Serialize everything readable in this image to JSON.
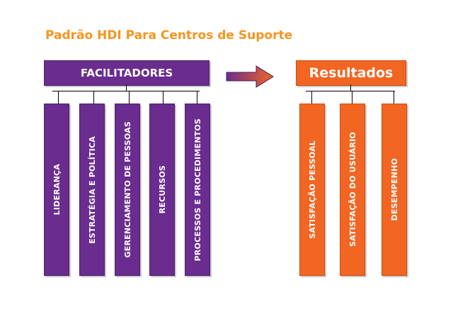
{
  "title": "Padrão HDI Para Centros de Suporte",
  "colors": {
    "title": "#f7941d",
    "purple": "#6a2c8e",
    "orange": "#f26522",
    "arrow_start": "#6a2c8e",
    "arrow_end": "#f26522"
  },
  "left_group": {
    "header": "FACILITADORES",
    "columns": [
      "LIDERANÇA",
      "ESTRATÉGIA E POLÍTICA",
      "GERENCIAMENTO DE PESSOAS",
      "RECURSOS",
      "PROCESSOS E PROCEDIMENTOS"
    ]
  },
  "arrow_icon": "right-arrow-icon",
  "right_group": {
    "header": "Resultados",
    "columns": [
      "SATISFAÇÃO PESSOAL",
      "SATISFAÇÃO DO USUÁRIO",
      "DESEMPENHO"
    ]
  }
}
